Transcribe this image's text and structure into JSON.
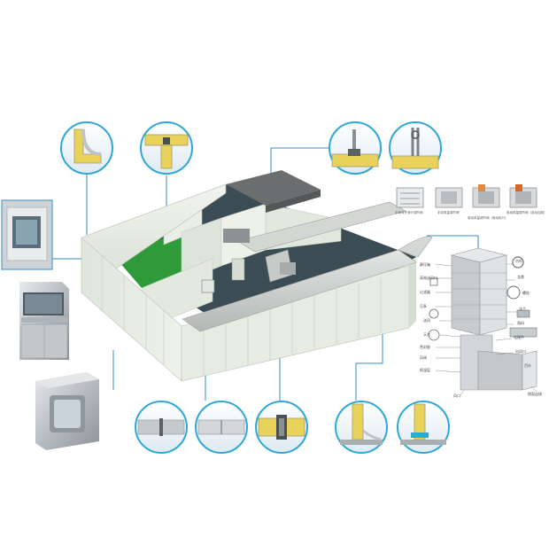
{
  "colors": {
    "accent_line": "#2f8fc9",
    "circle_ring": "#2fa8d8",
    "foam_core": "#e8d25a",
    "wall_panel": "#e6ebe2",
    "floor": "#3a4a52",
    "green_floor": "#2e9a3a",
    "duct": "#c9ccc9"
  },
  "panels": {
    "left_labels": [
      "静压箱",
      "高效送风口",
      "过滤器",
      "压条",
      "送风",
      "天花",
      "密封胶",
      "风阀",
      "保温层"
    ],
    "right_labels": [
      "吊杆",
      "龙骨",
      "螺栓",
      "法兰",
      "角码",
      "连接件",
      "出风口",
      "百叶"
    ],
    "bottom_left": "风口",
    "bottom_right": "侧面连接",
    "damper_captions": [
      "手动对开多叶调节阀",
      "手动风量调节阀",
      "电动风量调节阀（电动执行）",
      "电动风量调节阀（自动控制）"
    ]
  }
}
